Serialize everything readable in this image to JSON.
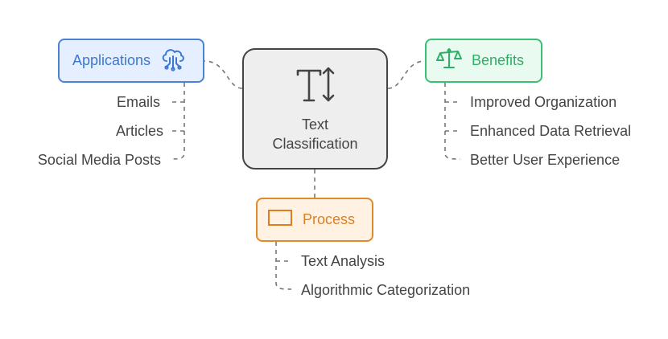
{
  "center": {
    "line1": "Text",
    "line2": "Classification",
    "icon": "text-size-icon"
  },
  "applications": {
    "label": "Applications",
    "icon": "cloud-network-icon",
    "items": [
      "Emails",
      "Articles",
      "Social Media Posts"
    ]
  },
  "benefits": {
    "label": "Benefits",
    "icon": "balance-scale-icon",
    "items": [
      "Improved Organization",
      "Enhanced Data Retrieval",
      "Better User Experience"
    ]
  },
  "process": {
    "label": "Process",
    "icon": "rectangle-icon",
    "items": [
      "Text Analysis",
      "Algorithmic Categorization"
    ]
  },
  "colors": {
    "applications": "#4a82d6",
    "benefits": "#3dbe76",
    "process": "#e08a2e",
    "center": "#444444",
    "connector": "#777777"
  }
}
